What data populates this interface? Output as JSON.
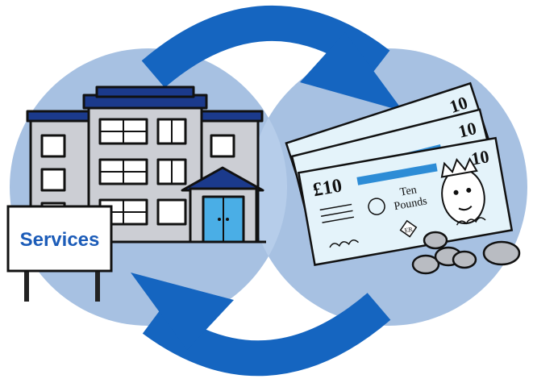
{
  "sign": {
    "label": "Services"
  },
  "banknote": {
    "value_front": "£10",
    "value_corner": "10",
    "words_line1": "Ten",
    "words_line2": "Pounds",
    "seal": "ER"
  },
  "colors": {
    "background_circle": "#a7c1e2",
    "arrow": "#1565c0",
    "building_wall": "#ccced4",
    "roof": "#1b3a8c",
    "door": "#4aaee6",
    "note": "#e4f3fa",
    "note_stripe": "#2d8cd6",
    "sign_text": "#1c5cb8",
    "coin": "#b9bcc2"
  },
  "icons": {
    "building": "building-icon",
    "cash": "banknotes-icon",
    "cycle": "circular-arrows-icon"
  }
}
